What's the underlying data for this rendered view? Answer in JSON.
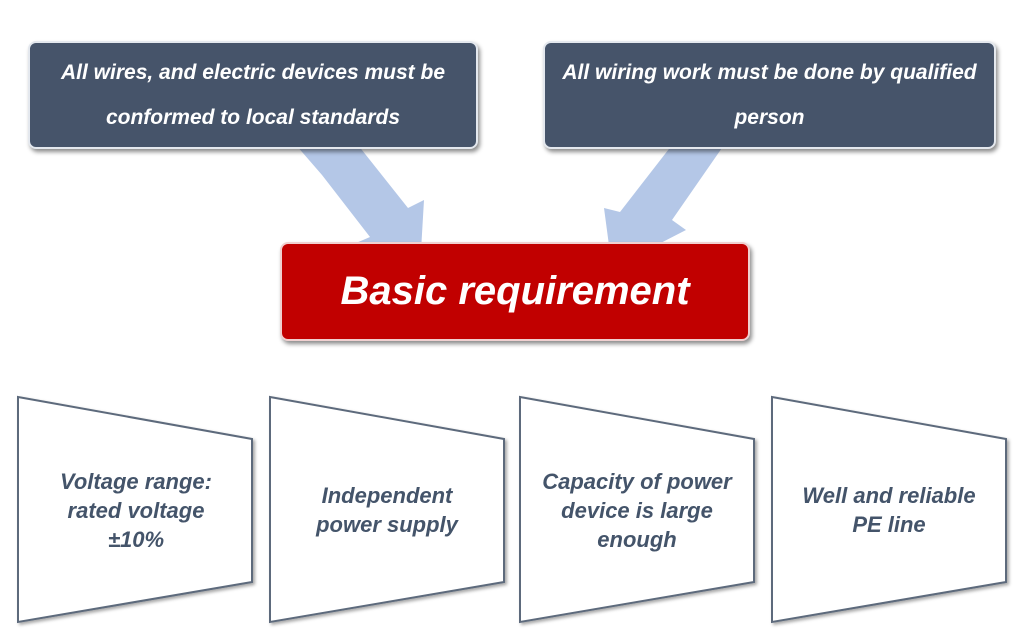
{
  "top_boxes": [
    {
      "text": "All wires, and electric devices must be conformed to local standards"
    },
    {
      "text": "All wiring work must be done by qualified person"
    }
  ],
  "center_box": {
    "text": "Basic requirement"
  },
  "requirements": [
    {
      "text": "Voltage range: rated voltage ±10%"
    },
    {
      "text": "Independent power supply"
    },
    {
      "text": "Capacity of power device is large enough"
    },
    {
      "text": "Well and reliable PE line"
    }
  ],
  "colors": {
    "top_box_fill": "#46546a",
    "center_box_fill": "#c10000",
    "arrow_fill": "#b4c7e7",
    "requirement_text": "#44546a",
    "requirement_border": "#5d6a7c"
  }
}
